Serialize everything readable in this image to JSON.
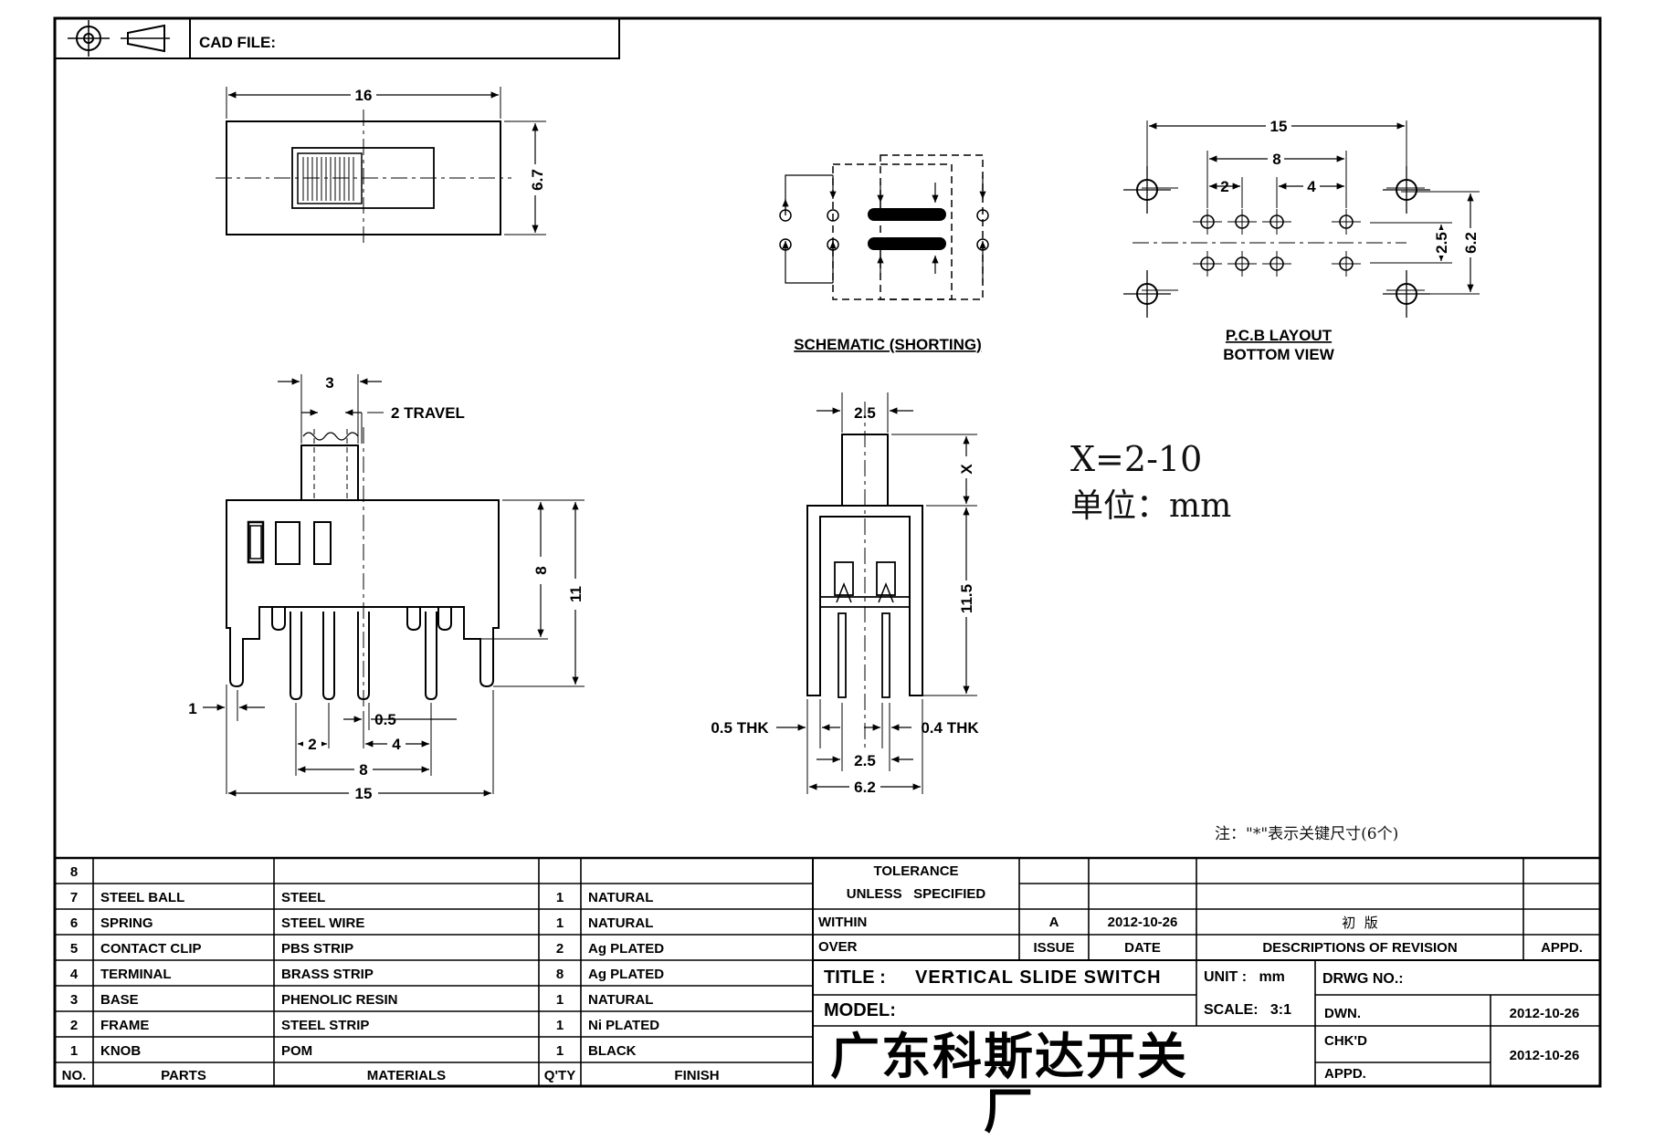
{
  "header": {
    "cad_file_label": "CAD FILE:",
    "projection_symbol": "first-angle-projection-icon"
  },
  "top_view": {
    "dim_width": "16",
    "dim_height": "6.7"
  },
  "schematic": {
    "caption": "SCHEMATIC (SHORTING)"
  },
  "pcb": {
    "caption_1": "P.C.B LAYOUT",
    "caption_2": "BOTTOM VIEW",
    "dim_15": "15",
    "dim_8": "8",
    "dim_2": "2",
    "dim_4": "4",
    "dim_2_5": "2.5",
    "dim_6_2": "6.2"
  },
  "side_view": {
    "dim_3": "3",
    "travel": "2 TRAVEL",
    "dim_8": "8",
    "dim_11": "11",
    "dim_1": "1",
    "dim_0_5": "0.5",
    "dim_2": "2",
    "dim_4": "4",
    "dim_8b": "8",
    "dim_15": "15"
  },
  "end_view": {
    "dim_2_5_top": "2.5",
    "dim_x": "X",
    "dim_11_5": "11.5",
    "thk_left": "0.5 THK",
    "thk_right": "0.4 THK",
    "dim_2_5_bottom": "2.5",
    "dim_6_2": "6.2"
  },
  "note": {
    "x_range": "X=2-10",
    "unit_line": "单位：mm",
    "key_note": "注：\"*\"表示关键尺寸(6个)"
  },
  "bom": {
    "rows": [
      {
        "no": "8",
        "part": "",
        "material": "",
        "qty": "",
        "finish": ""
      },
      {
        "no": "7",
        "part": "STEEL BALL",
        "material": "STEEL",
        "qty": "1",
        "finish": "NATURAL"
      },
      {
        "no": "6",
        "part": "SPRING",
        "material": "STEEL WIRE",
        "qty": "1",
        "finish": "NATURAL"
      },
      {
        "no": "5",
        "part": "CONTACT CLIP",
        "material": "PBS STRIP",
        "qty": "2",
        "finish": "Ag PLATED"
      },
      {
        "no": "4",
        "part": "TERMINAL",
        "material": "BRASS STRIP",
        "qty": "8",
        "finish": "Ag PLATED"
      },
      {
        "no": "3",
        "part": "BASE",
        "material": "PHENOLIC RESIN",
        "qty": "1",
        "finish": "NATURAL"
      },
      {
        "no": "2",
        "part": "FRAME",
        "material": "STEEL STRIP",
        "qty": "1",
        "finish": "Ni PLATED"
      },
      {
        "no": "1",
        "part": "KNOB",
        "material": "POM",
        "qty": "1",
        "finish": "BLACK"
      }
    ],
    "headers": {
      "no": "NO.",
      "parts": "PARTS",
      "materials": "MATERIALS",
      "qty": "Q'TY",
      "finish": "FINISH"
    }
  },
  "tolerance": {
    "line1": "TOLERANCE",
    "line2": "UNLESS   SPECIFIED",
    "within": "WITHIN",
    "over": "OVER"
  },
  "revision": {
    "issue_value": "A",
    "date_value": "2012-10-26",
    "desc_value": "初  版",
    "issue_label": "ISSUE",
    "date_label": "DATE",
    "desc_label": "DESCRIPTIONS OF REVISION",
    "appd_label": "APPD."
  },
  "title_block": {
    "title_label": "TITLE :",
    "title_value": "VERTICAL SLIDE SWITCH",
    "unit": "UNIT :   mm",
    "drwg_no": "DRWG NO.:",
    "model": "MODEL:",
    "scale": "SCALE:   3:1",
    "dwn_label": "DWN.",
    "dwn_date": "2012-10-26",
    "chkd_label": "CHK'D",
    "appd_label": "APPD.",
    "chk_date": "2012-10-26",
    "company": "广东科斯达开关厂"
  }
}
